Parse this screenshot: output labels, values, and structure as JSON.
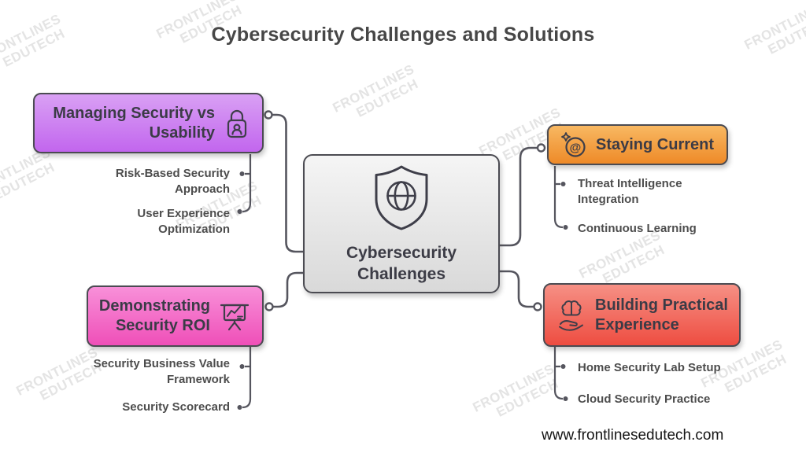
{
  "title": "Cybersecurity Challenges and Solutions",
  "center": {
    "label": "Cybersecurity Challenges",
    "icon": "shield-globe-icon"
  },
  "branches": [
    {
      "label": "Managing Security vs Usability",
      "icon": "lock-user-icon",
      "color_top": "#d9a0f4",
      "color_bottom": "#c266ee",
      "items": [
        "Risk-Based Security Approach",
        "User Experience Optimization"
      ]
    },
    {
      "label": "Staying Current",
      "icon": "threat-alert-icon",
      "color_top": "#f8b862",
      "color_bottom": "#ee8a28",
      "items": [
        "Threat Intelligence Integration",
        "Continuous Learning"
      ]
    },
    {
      "label": "Demonstrating Security ROI",
      "icon": "presentation-chart-icon",
      "color_top": "#f890d9",
      "color_bottom": "#ef4fb8",
      "items": [
        "Security Business Value Framework",
        "Security Scorecard"
      ]
    },
    {
      "label": "Building Practical Experience",
      "icon": "brain-hand-icon",
      "color_top": "#f69085",
      "color_bottom": "#ee4d41",
      "items": [
        "Home Security Lab Setup",
        "Cloud Security Practice"
      ]
    }
  ],
  "watermark": {
    "line1": "FRONTLINES",
    "line2": "EDUTECH"
  },
  "footer": {
    "url": "www.frontlinesedutech.com"
  },
  "connector_color": "#55555e"
}
